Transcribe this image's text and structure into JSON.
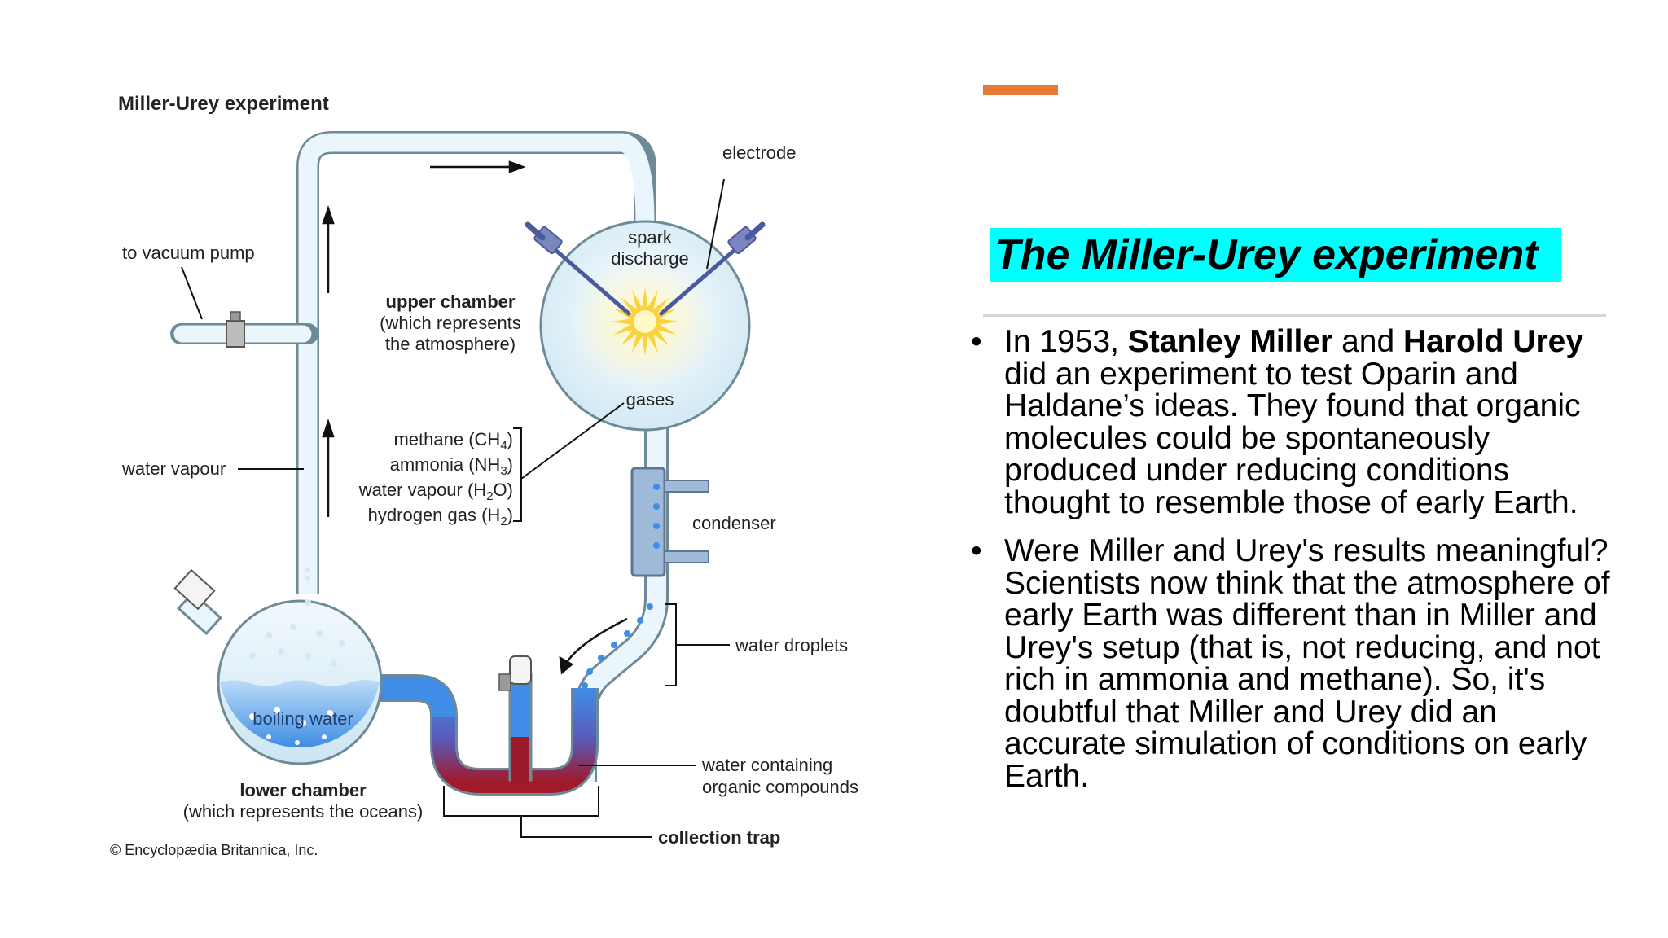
{
  "diagram": {
    "title": "Miller-Urey experiment",
    "labels": {
      "vacuum_pump": "to vacuum pump",
      "electrode": "electrode",
      "spark_line1": "spark",
      "spark_line2": "discharge",
      "upper_chamber": "upper chamber",
      "upper_note1": "(which represents",
      "upper_note2": "the atmosphere)",
      "gases": "gases",
      "methane": "methane (CH",
      "methane_sub": "4",
      "ammonia": "ammonia (NH",
      "ammonia_sub": "3",
      "water_vapour_gas_a": "water vapour (H",
      "water_vapour_gas_sub": "2",
      "water_vapour_gas_b": "O)",
      "hydrogen": "hydrogen gas (H",
      "hydrogen_sub": "2",
      "close_paren": ")",
      "water_vapour": "water vapour",
      "condenser": "condenser",
      "water_droplets": "water droplets",
      "boiling_water": "boiling water",
      "lower_chamber": "lower chamber",
      "lower_note": "(which represents the oceans)",
      "water_containing1": "water containing",
      "water_containing2": "organic compounds",
      "collection_trap": "collection trap",
      "copyright": "© Encyclopædia Britannica, Inc."
    }
  },
  "slide": {
    "title": "The Miller-Urey experiment",
    "bullet_glyph": "•",
    "bullet1": {
      "t1": "In 1953, ",
      "b1": "Stanley Miller",
      "t2": " and ",
      "b2": "Harold Urey",
      "t3": " did an experiment to test Oparin and Haldane’s ideas. They found that organic molecules could be spontaneously produced under reducing conditions thought to resemble those of early Earth."
    },
    "bullet2": "Were Miller and Urey's results meaningful? Scientists now think that the atmosphere of early Earth was different than in Miller and Urey's setup (that is, not reducing, and not rich in ammonia and methane). So, it's doubtful that Miller and Urey did an accurate simulation of conditions on early Earth."
  },
  "colors": {
    "accent": "#e97a35",
    "title_highlight": "#00ffff",
    "tube_fill": "#eaf6fb",
    "tube_outline": "#6f8a97",
    "water_blue": "#3f8de6",
    "organic_red": "#9c1b2a",
    "electrode_blue": "#4a5a9e",
    "spark_yellow": "#f9d23c"
  }
}
